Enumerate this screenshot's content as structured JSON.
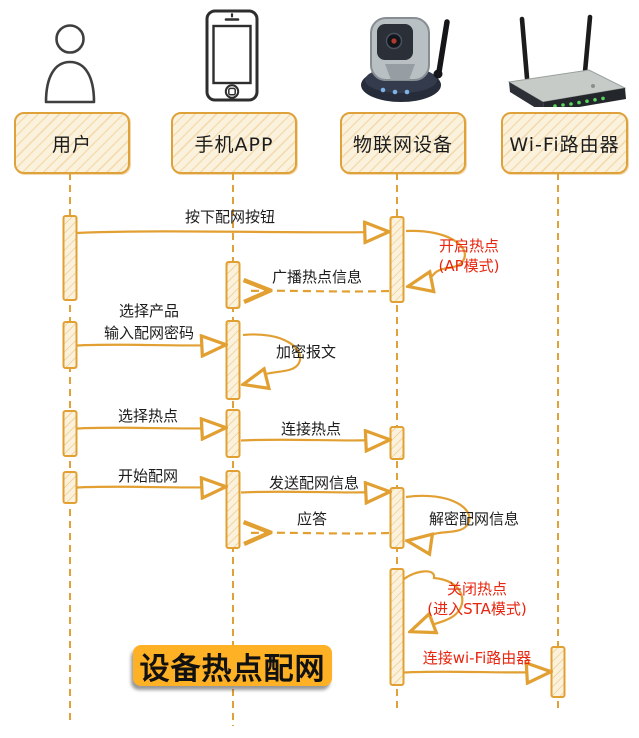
{
  "title": {
    "text": "设备热点配网",
    "highlight_color": "#FFB125"
  },
  "colors": {
    "line_orange": "#E2A033",
    "red_text": "#E8250F",
    "black_text": "#1C1C1C",
    "box_fill": "#FBF2DE",
    "title_highlight": "#FFB125"
  },
  "actors": [
    {
      "id": "user",
      "label": "用户",
      "icon": "person-icon"
    },
    {
      "id": "phone-app",
      "label": "手机APP",
      "icon": "smartphone-icon"
    },
    {
      "id": "iot-device",
      "label": "物联网设备",
      "icon": "ip-camera-icon"
    },
    {
      "id": "wifi-router",
      "label": "Wi-Fi路由器",
      "icon": "wifi-router-icon"
    }
  ],
  "messages": [
    {
      "from": "用户",
      "to": "物联网设备",
      "style": "solid",
      "label": "按下配网按钮"
    },
    {
      "from": "物联网设备",
      "to": "物联网设备",
      "style": "self-loop",
      "color": "red",
      "label_lines": [
        "开启热点",
        "(AP模式)"
      ]
    },
    {
      "from": "物联网设备",
      "to": "手机APP",
      "style": "dashed",
      "label": "广播热点信息"
    },
    {
      "from": "用户",
      "to": "手机APP",
      "style": "solid",
      "label_lines": [
        "选择产品",
        "输入配网密码"
      ]
    },
    {
      "from": "手机APP",
      "to": "手机APP",
      "style": "self-loop",
      "label": "加密报文"
    },
    {
      "from": "用户",
      "to": "手机APP",
      "style": "solid",
      "label": "选择热点"
    },
    {
      "from": "手机APP",
      "to": "物联网设备",
      "style": "solid",
      "label": "连接热点"
    },
    {
      "from": "用户",
      "to": "手机APP",
      "style": "solid",
      "label": "开始配网"
    },
    {
      "from": "手机APP",
      "to": "物联网设备",
      "style": "solid",
      "label": "发送配网信息"
    },
    {
      "from": "物联网设备",
      "to": "手机APP",
      "style": "dashed",
      "label": "应答"
    },
    {
      "from": "物联网设备",
      "to": "物联网设备",
      "style": "self-loop",
      "label": "解密配网信息"
    },
    {
      "from": "物联网设备",
      "to": "物联网设备",
      "style": "self-loop",
      "color": "red",
      "label_lines": [
        "关闭热点",
        "(进入STA模式)"
      ]
    },
    {
      "from": "物联网设备",
      "to": "Wi-Fi路由器",
      "style": "solid",
      "color": "red",
      "label": "连接wi-Fi路由器"
    }
  ]
}
